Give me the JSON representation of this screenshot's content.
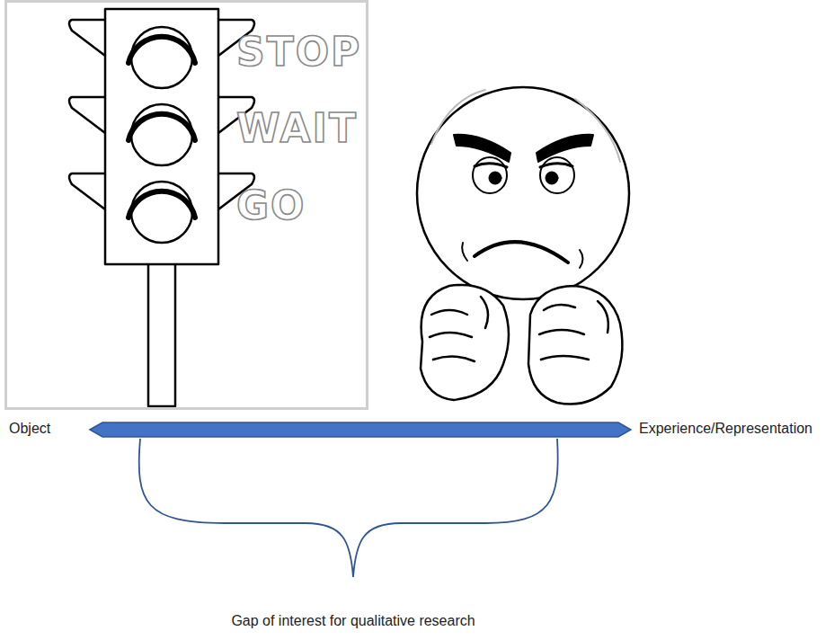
{
  "diagram": {
    "nodes": [
      {
        "text": [
          "STOP",
          "WAIT",
          "GO"
        ]
      }
    ],
    "labels": [
      "Object",
      "Experience/Representation",
      "Gap of interest for qualitative research"
    ]
  }
}
